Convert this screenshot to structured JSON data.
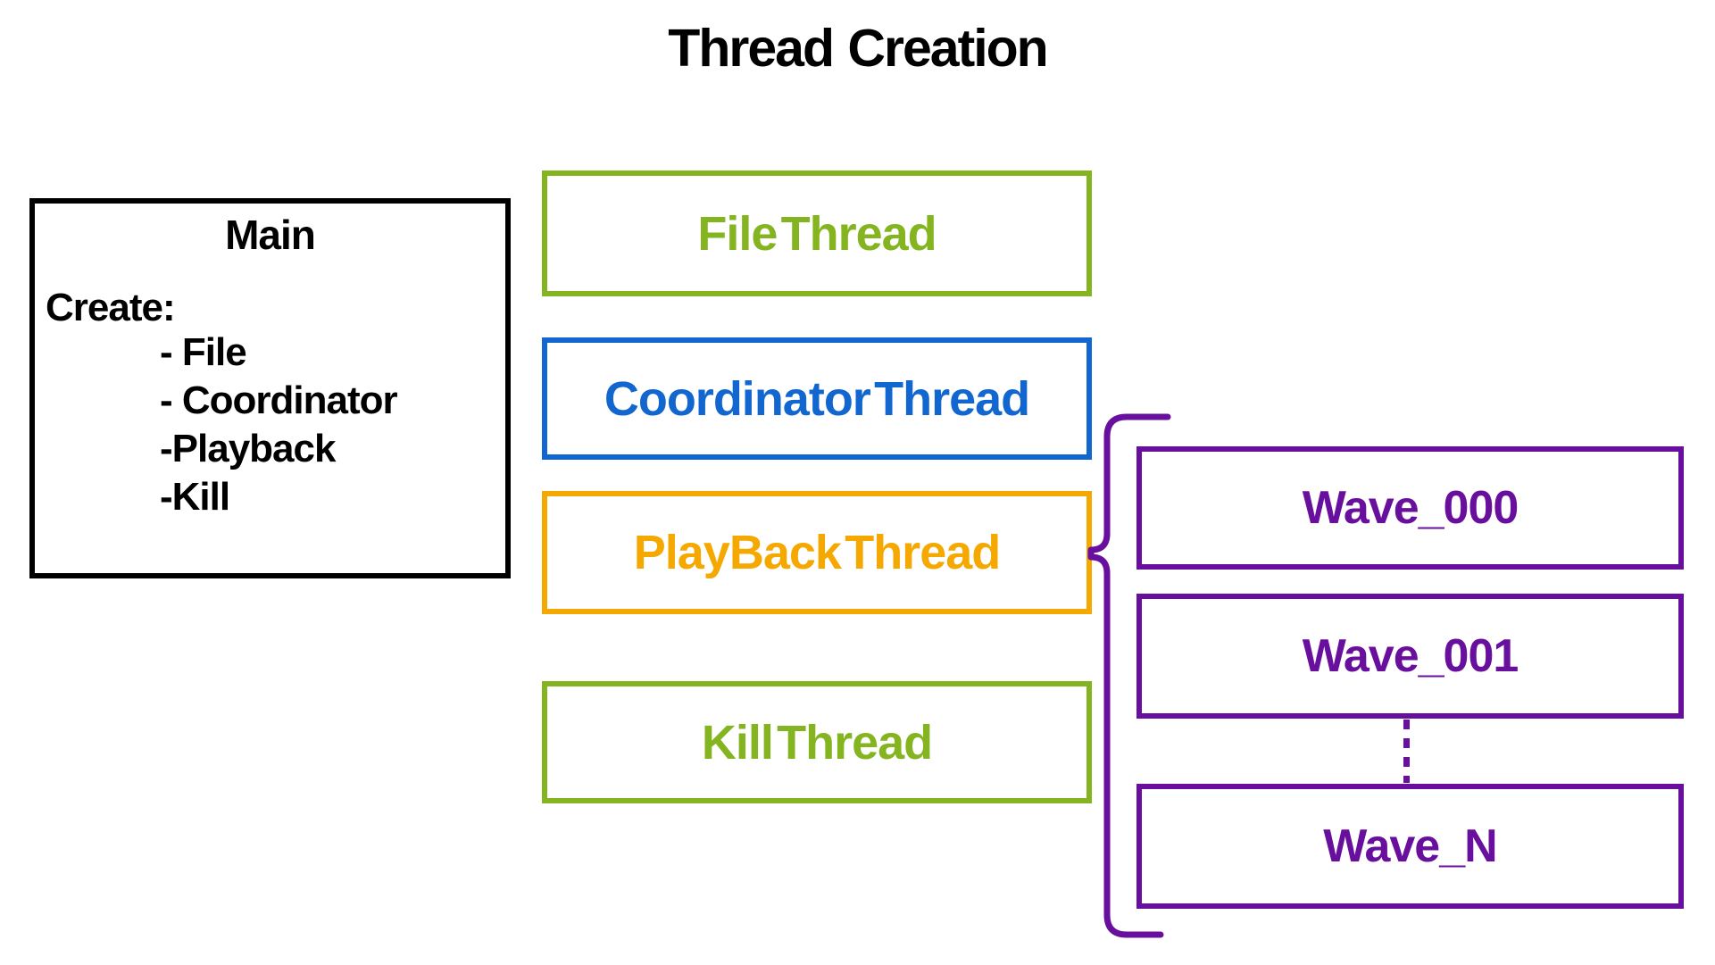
{
  "title": "Thread Creation",
  "colors": {
    "green": "#84B520",
    "blue": "#1166D0",
    "orange": "#F5A800",
    "purple": "#690F9D",
    "black": "#000000"
  },
  "main_box": {
    "title": "Main",
    "heading": "Create:",
    "items": [
      "- File",
      "- Coordinator",
      "-Playback",
      "-Kill"
    ]
  },
  "threads": [
    {
      "label": "File Thread",
      "color": "#84B520"
    },
    {
      "label": "Coordinator Thread",
      "color": "#1166D0"
    },
    {
      "label": "PlayBack Thread",
      "color": "#F5A800"
    },
    {
      "label": "Kill Thread",
      "color": "#84B520"
    }
  ],
  "waves": [
    {
      "label": "Wave_000"
    },
    {
      "label": "Wave_001"
    },
    {
      "label": "Wave_N"
    }
  ]
}
